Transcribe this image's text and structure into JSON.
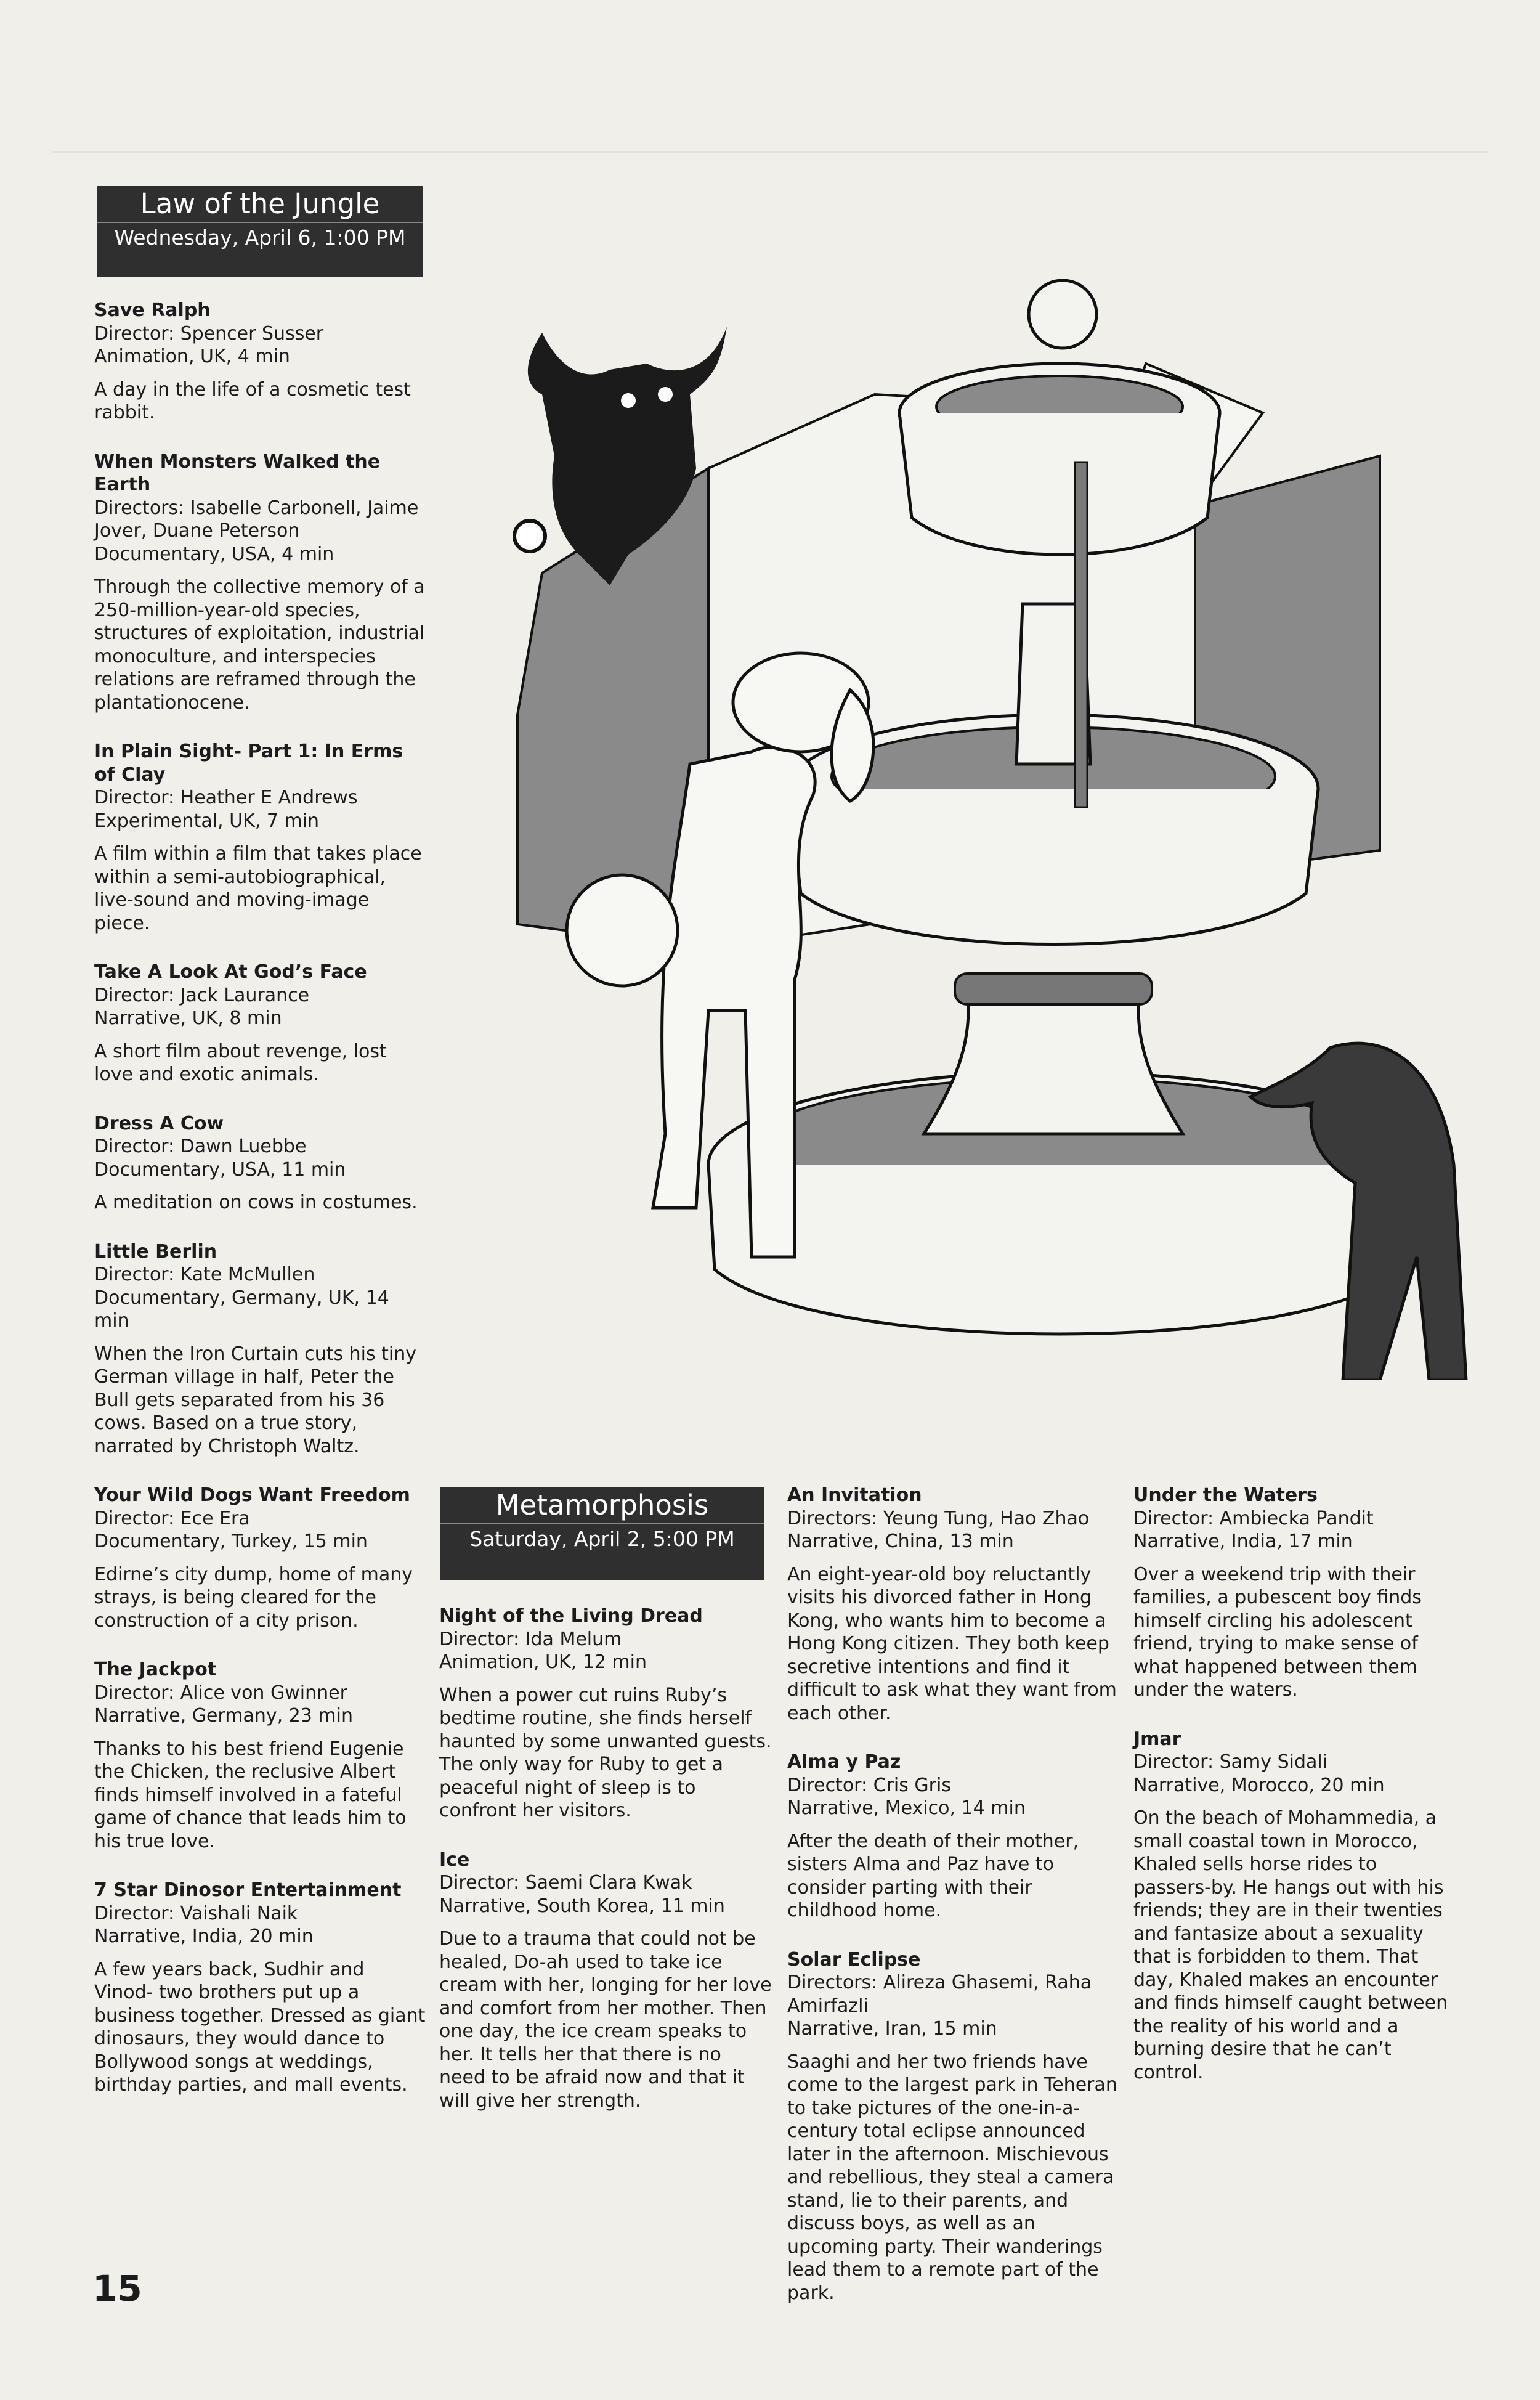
{
  "page_number": "15",
  "sections": [
    {
      "title": "Law of the Jungle",
      "date": "Wednesday, April 6, 1:00 PM",
      "films": [
        {
          "title": "Save Ralph",
          "credit": "Director: Spencer Susser",
          "meta": "Animation, UK, 4 min",
          "desc": "A day in the life of a cosmetic test rabbit."
        },
        {
          "title": "When Monsters Walked the Earth",
          "credit": "Directors: Isabelle Carbonell, Jaime Jover, Duane Peterson",
          "meta": "Documentary, USA, 4 min",
          "desc": "Through the collective memory of a 250-million-year-old species, structures of exploitation, industrial monoculture, and interspecies relations are reframed through the plantationocene."
        },
        {
          "title": "In Plain Sight- Part 1: In Erms of Clay",
          "credit": "Director: Heather E Andrews",
          "meta": "Experimental, UK, 7 min",
          "desc": "A film within a film that takes place within a semi-autobiographical, live-sound and moving-image piece."
        },
        {
          "title": "Take A Look At God’s Face",
          "credit": "Director: Jack Laurance",
          "meta": "Narrative, UK, 8 min",
          "desc": "A short film about revenge, lost love and exotic animals."
        },
        {
          "title": "Dress A Cow",
          "credit": "Director: Dawn Luebbe",
          "meta": "Documentary, USA, 11 min",
          "desc": "A meditation on cows in costumes."
        },
        {
          "title": "Little Berlin",
          "credit": "Director: Kate McMullen",
          "meta": "Documentary, Germany, UK, 14 min",
          "desc": "When the Iron Curtain cuts his tiny German village in half, Peter the Bull gets separated from his 36 cows. Based on a true story, narrated by Christoph Waltz."
        },
        {
          "title": "Your Wild Dogs Want Freedom",
          "credit": "Director: Ece Era",
          "meta": "Documentary, Turkey, 15 min",
          "desc": "Edirne’s city dump, home of many strays, is being cleared for the construction of a city prison."
        },
        {
          "title": "The Jackpot",
          "credit": "Director: Alice von Gwinner",
          "meta": "Narrative, Germany, 23 min",
          "desc": "Thanks to his best friend Eugenie the Chicken, the reclusive Albert finds himself involved in a fateful game of chance that leads him to his true love."
        },
        {
          "title": "7 Star Dinosor Entertainment",
          "credit": "Director: Vaishali Naik",
          "meta": "Narrative, India, 20 min",
          "desc": "A few years back, Sudhir and Vinod- two brothers put up a business together. Dressed as giant dinosaurs, they would dance to Bollywood songs at weddings, birthday parties, and mall events."
        }
      ]
    },
    {
      "title": "Metamorphosis",
      "date": "Saturday, April 2, 5:00 PM",
      "films": [
        {
          "title": "Night of the Living Dread",
          "credit": "Director: Ida Melum",
          "meta": "Animation, UK, 12 min",
          "desc": "When a power cut ruins Ruby’s bedtime routine, she finds herself haunted by some unwanted guests. The only way for Ruby to get a peaceful night of sleep is to confront her visitors."
        },
        {
          "title": "Ice",
          "credit": "Director: Saemi Clara Kwak",
          "meta": "Narrative, South Korea, 11 min",
          "desc": "Due to a trauma that could not be healed, Do-ah used to take ice cream with her, longing for her love and comfort from her mother. Then one day, the ice cream speaks to her. It tells her that there is no need to be afraid now and that it will give her strength."
        },
        {
          "title": "An Invitation",
          "credit": "Directors: Yeung Tung, Hao Zhao",
          "meta": "Narrative, China, 13 min",
          "desc": "An eight-year-old boy reluctantly visits his divorced father in Hong Kong, who wants him to become a Hong Kong citizen. They both keep secretive intentions and find it difficult to ask what they want from each other."
        },
        {
          "title": "Alma y Paz",
          "credit": "Director: Cris Gris",
          "meta": "Narrative, Mexico, 14 min",
          "desc": "After the death of their mother, sisters Alma and Paz have to consider parting with their childhood home."
        },
        {
          "title": "Solar Eclipse",
          "credit": "Directors: Alireza Ghasemi, Raha Amirfazli",
          "meta": "Narrative, Iran, 15 min",
          "desc": "Saaghi and her two friends have come to the largest park in Teheran to take pictures of the one-in-a-century total eclipse announced later in the afternoon. Mischievous and rebellious, they steal a camera stand, lie to their parents, and discuss boys, as well as an upcoming party. Their wanderings lead them to a remote part of the park."
        },
        {
          "title": "Under the Waters",
          "credit": "Director: Ambiecka Pandit",
          "meta": "Narrative, India, 17 min",
          "desc": "Over a weekend trip with their families, a pubescent boy finds himself circling his adolescent friend, trying to make sense of what happened between them under the waters."
        },
        {
          "title": "Jmar",
          "credit": "Director: Samy Sidali",
          "meta": "Narrative, Morocco, 20 min",
          "desc": "On the beach of Mohammedia, a small coastal town in Morocco, Khaled sells horse rides to passers-by. He hangs out with his friends; they are in their twenties and fantasize about a sexuality that is forbidden to them. That day, Khaled makes an encounter and finds himself caught between the reality of his world and a burning desire that he can’t control."
        }
      ]
    }
  ]
}
